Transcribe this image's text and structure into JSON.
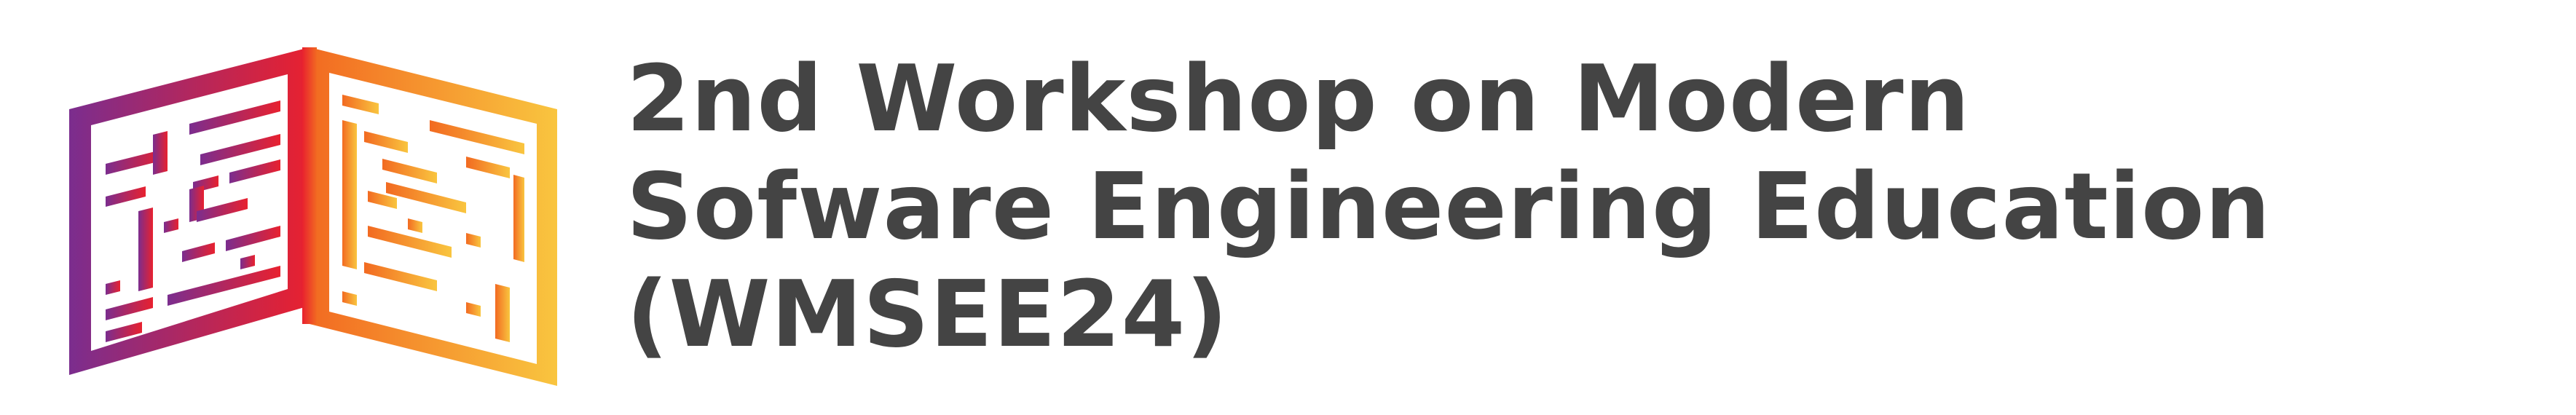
{
  "logo": {
    "icon": "book-maze-logo-icon",
    "colors": {
      "purple": "#7b2d8e",
      "red": "#e8212f",
      "orange": "#f26a21",
      "yellow": "#f9c53f"
    }
  },
  "title": {
    "lines": [
      "2nd Workshop on Modern",
      "Sofware Engineering Education",
      "(WMSEE24)"
    ],
    "color": "#444444"
  }
}
